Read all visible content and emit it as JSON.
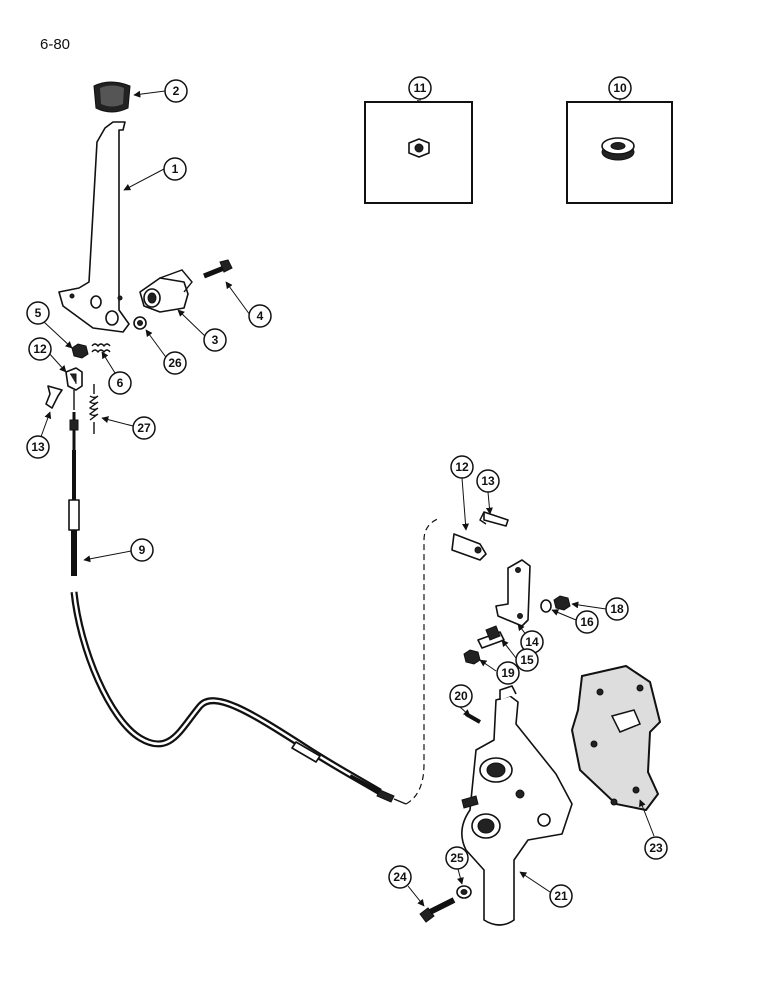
{
  "page_number": "6-80",
  "callouts": {
    "c1": "1",
    "c2": "2",
    "c3": "3",
    "c4": "4",
    "c5": "5",
    "c6": "6",
    "c9": "9",
    "c10": "10",
    "c11": "11",
    "c12a": "12",
    "c12b": "12",
    "c13a": "13",
    "c13b": "13",
    "c14": "14",
    "c15": "15",
    "c16": "16",
    "c18": "18",
    "c19": "19",
    "c20": "20",
    "c21": "21",
    "c23": "23",
    "c24": "24",
    "c25": "25",
    "c26": "26",
    "c27": "27"
  }
}
